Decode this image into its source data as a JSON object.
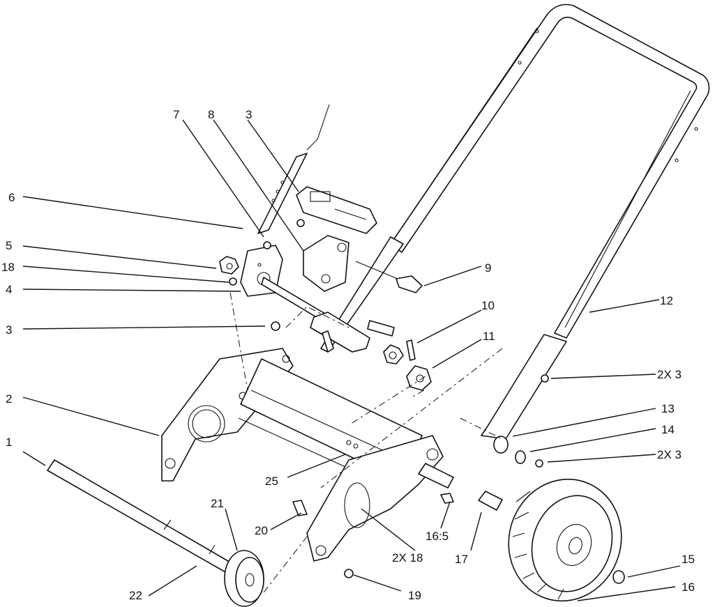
{
  "callouts": [
    {
      "id": "c1",
      "text": "1"
    },
    {
      "id": "c2",
      "text": "2"
    },
    {
      "id": "c3a",
      "text": "3"
    },
    {
      "id": "c3b",
      "text": "3"
    },
    {
      "id": "c4",
      "text": "4"
    },
    {
      "id": "c5",
      "text": "5"
    },
    {
      "id": "c6",
      "text": "6"
    },
    {
      "id": "c7",
      "text": "7"
    },
    {
      "id": "c8",
      "text": "8"
    },
    {
      "id": "c9",
      "text": "9"
    },
    {
      "id": "c10",
      "text": "10"
    },
    {
      "id": "c11",
      "text": "11"
    },
    {
      "id": "c12",
      "text": "12"
    },
    {
      "id": "c13",
      "text": "13"
    },
    {
      "id": "c14",
      "text": "14"
    },
    {
      "id": "c15",
      "text": "15"
    },
    {
      "id": "c16",
      "text": "16"
    },
    {
      "id": "c165",
      "text": "16:5"
    },
    {
      "id": "c17",
      "text": "17"
    },
    {
      "id": "c18a",
      "text": "18"
    },
    {
      "id": "c18b",
      "text": "2X 18"
    },
    {
      "id": "c19",
      "text": "19"
    },
    {
      "id": "c20",
      "text": "20"
    },
    {
      "id": "c21",
      "text": "21"
    },
    {
      "id": "c22",
      "text": "22"
    },
    {
      "id": "c25",
      "text": "25"
    },
    {
      "id": "c3c",
      "text": "2X 3"
    },
    {
      "id": "c3d",
      "text": "2X 3"
    }
  ]
}
